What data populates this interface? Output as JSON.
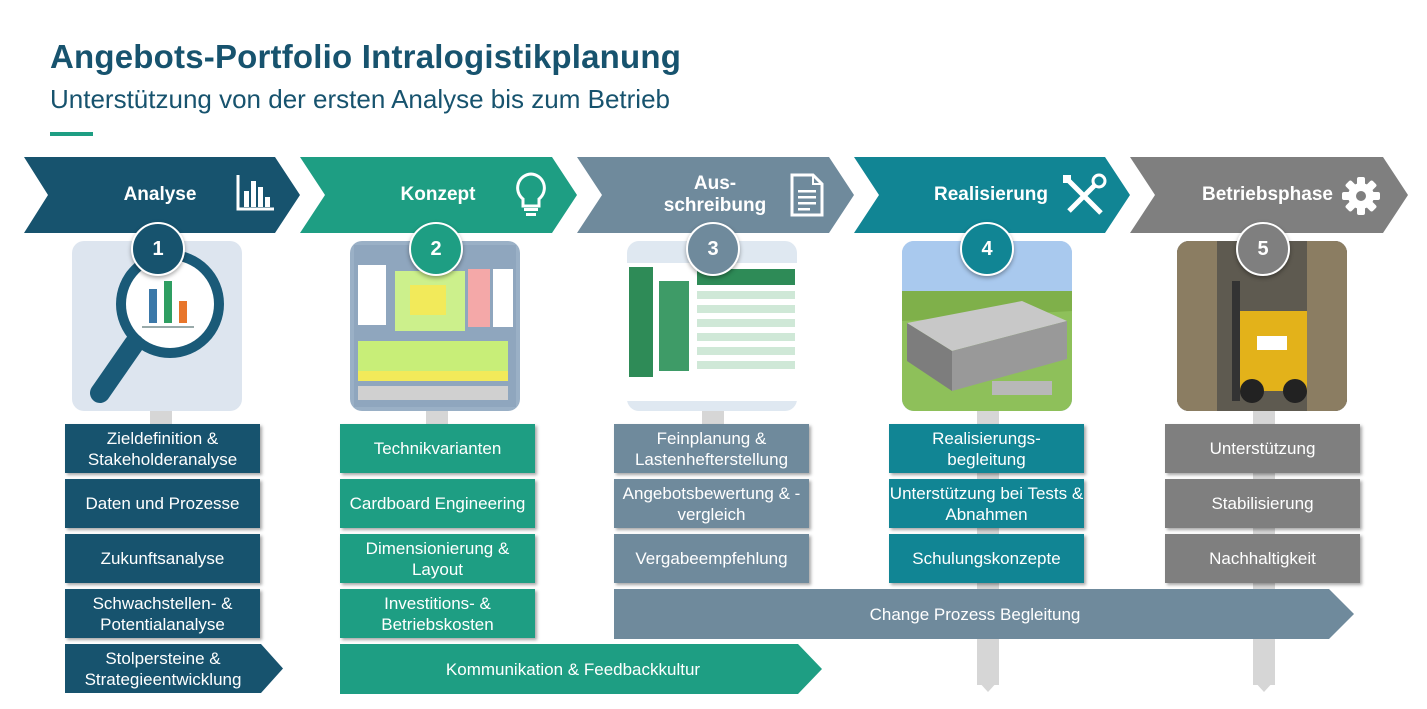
{
  "title": "Angebots-Portfolio Intralogistikplanung",
  "subtitle": "Unterstützung von der ersten Analyse bis zum Betrieb",
  "colors": {
    "analyse": "#17536e",
    "konzept": "#1e9e83",
    "ausschreibung": "#6f8a9c",
    "realisierung": "#118594",
    "betrieb": "#7f7f7f"
  },
  "phases": [
    {
      "label": "Analyse",
      "number": "1",
      "icon": "bar-chart-icon",
      "items": [
        "Zieldefinition & Stakeholderanalyse",
        "Daten und Prozesse",
        "Zukunftsanalyse",
        "Schwachstellen- & Potentialanalyse",
        "Stolpersteine & Strategieentwicklung"
      ]
    },
    {
      "label": "Konzept",
      "number": "2",
      "icon": "lightbulb-icon",
      "items": [
        "Technikvarianten",
        "Cardboard Engineering",
        "Dimensionierung & Layout",
        "Investitions- & Betriebskosten"
      ]
    },
    {
      "label": "Aus-\nschreibung",
      "number": "3",
      "icon": "document-icon",
      "items": [
        "Feinplanung & Lastenhefterstellung",
        "Angebotsbewertung & -vergleich",
        "Vergabeempfehlung"
      ]
    },
    {
      "label": "Realisierung",
      "number": "4",
      "icon": "tools-icon",
      "items": [
        "Realisierungs-\nbegleitung",
        "Unterstützung bei Tests & Abnahmen",
        "Schulungskonzepte"
      ]
    },
    {
      "label": "Betriebsphase",
      "number": "5",
      "icon": "gear-icon",
      "items": [
        "Unterstützung",
        "Stabilisierung",
        "Nachhaltigkeit"
      ]
    }
  ],
  "bands": {
    "kommunikation": "Kommunikation & Feedbackkultur",
    "change": "Change Prozess Begleitung"
  }
}
